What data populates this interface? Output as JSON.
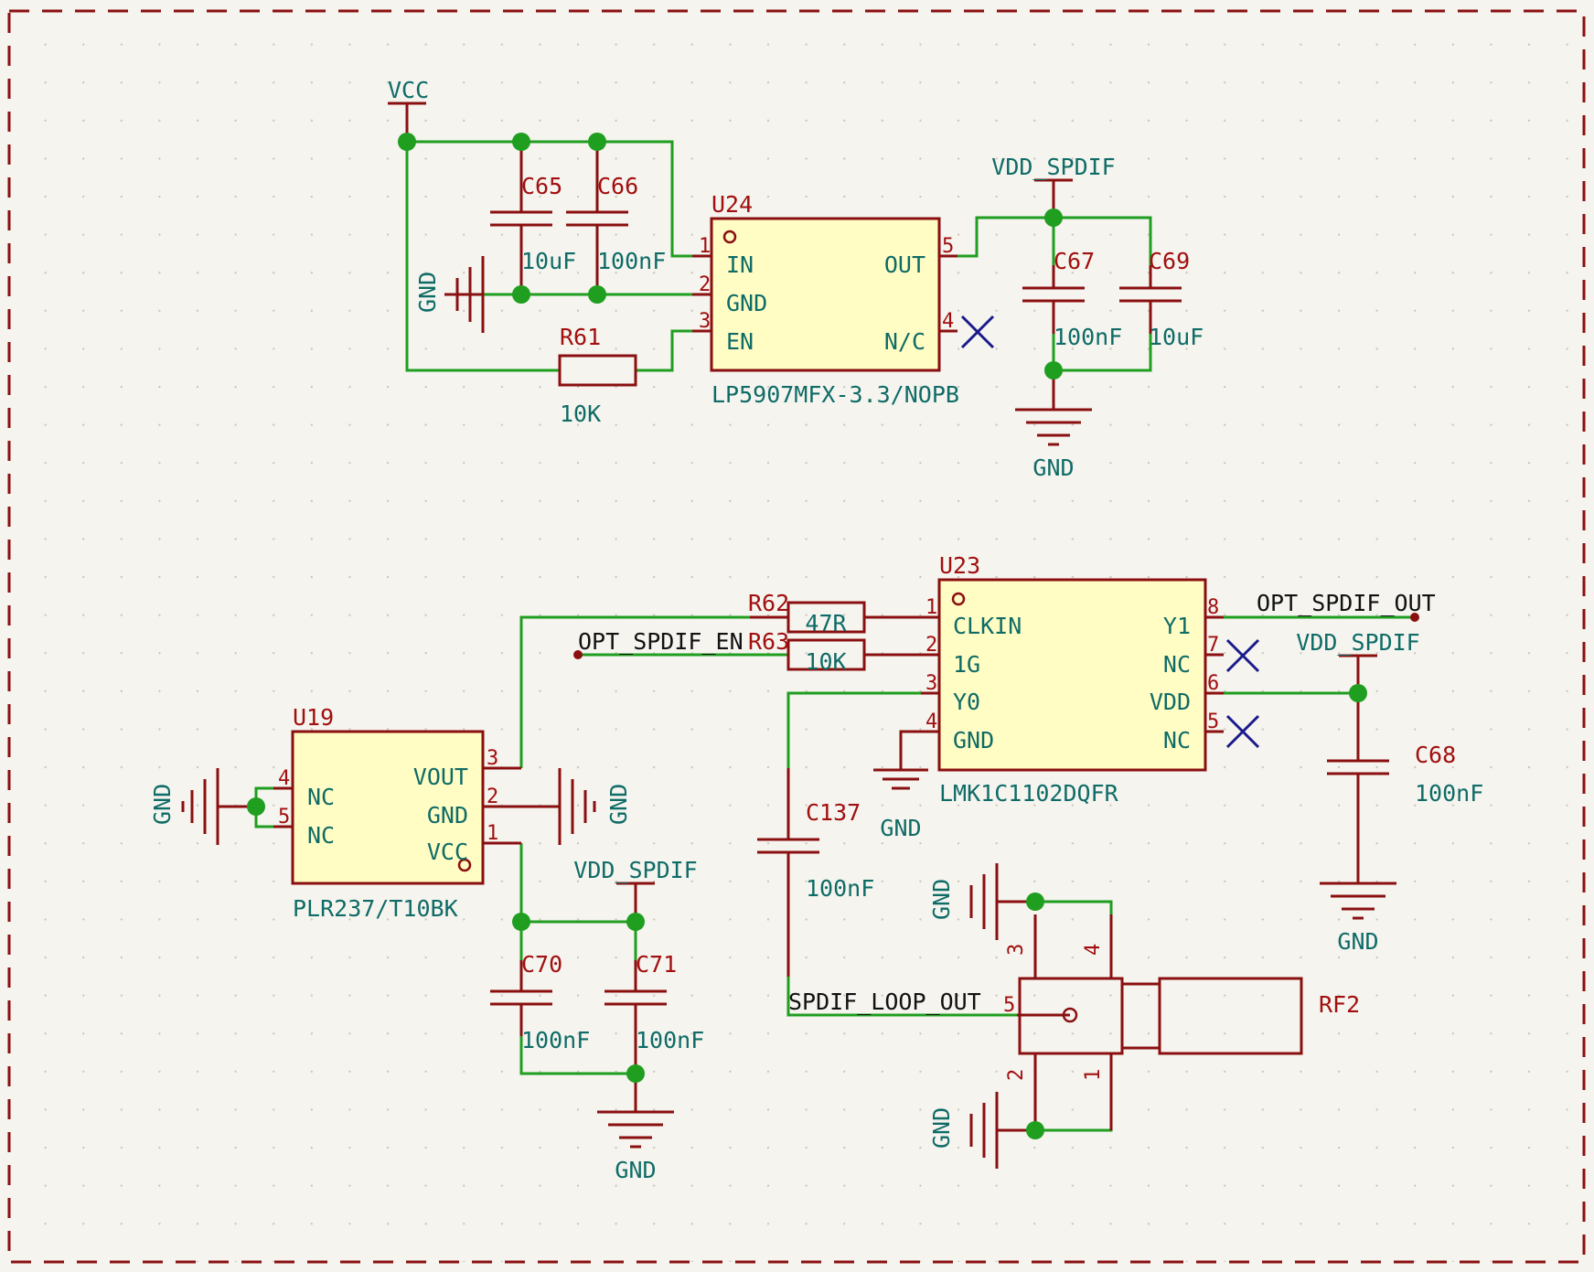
{
  "colors": {
    "background": "#f5f4ef",
    "wire": "#1f9e1f",
    "component_outline": "#8a1010",
    "component_fill": "#fffdc4",
    "reference_text": "#a10f0f",
    "value_text": "#0f6b66",
    "no_connect": "#1a1a8c"
  },
  "icons": {
    "ground": "ground-icon",
    "power_flag": "power-bar-icon",
    "no_connect": "no-connect-x-icon",
    "junction": "junction-dot-icon"
  },
  "power_ports": {
    "vcc": "VCC",
    "vdd_spdif": "VDD_SPDIF",
    "gnd": "GND"
  },
  "net_labels": {
    "opt_spdif_out": "OPT_SPDIF_OUT",
    "opt_spdif_en": "OPT_SPDIF_EN",
    "spdif_loop_out": "SPDIF_LOOP_OUT"
  },
  "components": {
    "u24": {
      "ref": "U24",
      "value": "LP5907MFX-3.3/NOPB",
      "pins": [
        {
          "num": "1",
          "name": "IN"
        },
        {
          "num": "2",
          "name": "GND"
        },
        {
          "num": "3",
          "name": "EN"
        },
        {
          "num": "5",
          "name": "OUT"
        },
        {
          "num": "4",
          "name": "N/C"
        }
      ]
    },
    "u23": {
      "ref": "U23",
      "value": "LMK1C1102DQFR",
      "pins": [
        {
          "num": "1",
          "name": "CLKIN"
        },
        {
          "num": "2",
          "name": "1G"
        },
        {
          "num": "3",
          "name": "Y0"
        },
        {
          "num": "4",
          "name": "GND"
        },
        {
          "num": "8",
          "name": "Y1"
        },
        {
          "num": "7",
          "name": "NC"
        },
        {
          "num": "6",
          "name": "VDD"
        },
        {
          "num": "5",
          "name": "NC"
        }
      ]
    },
    "u19": {
      "ref": "U19",
      "value": "PLR237/T10BK",
      "pins": [
        {
          "num": "4",
          "name": "NC"
        },
        {
          "num": "5",
          "name": "NC"
        },
        {
          "num": "3",
          "name": "VOUT"
        },
        {
          "num": "2",
          "name": "GND"
        },
        {
          "num": "1",
          "name": "VCC"
        }
      ]
    },
    "rf2": {
      "ref": "RF2",
      "pins": [
        {
          "num": "3"
        },
        {
          "num": "4"
        },
        {
          "num": "5"
        },
        {
          "num": "2"
        },
        {
          "num": "1"
        }
      ]
    },
    "c65": {
      "ref": "C65",
      "value": "10uF"
    },
    "c66": {
      "ref": "C66",
      "value": "100nF"
    },
    "c67": {
      "ref": "C67",
      "value": "100nF"
    },
    "c69": {
      "ref": "C69",
      "value": "10uF"
    },
    "c68": {
      "ref": "C68",
      "value": "100nF"
    },
    "c70": {
      "ref": "C70",
      "value": "100nF"
    },
    "c71": {
      "ref": "C71",
      "value": "100nF"
    },
    "c137": {
      "ref": "C137",
      "value": "100nF"
    },
    "r61": {
      "ref": "R61",
      "value": "10K"
    },
    "r62": {
      "ref": "R62",
      "value": "47R"
    },
    "r63": {
      "ref": "R63",
      "value": "10K"
    }
  }
}
